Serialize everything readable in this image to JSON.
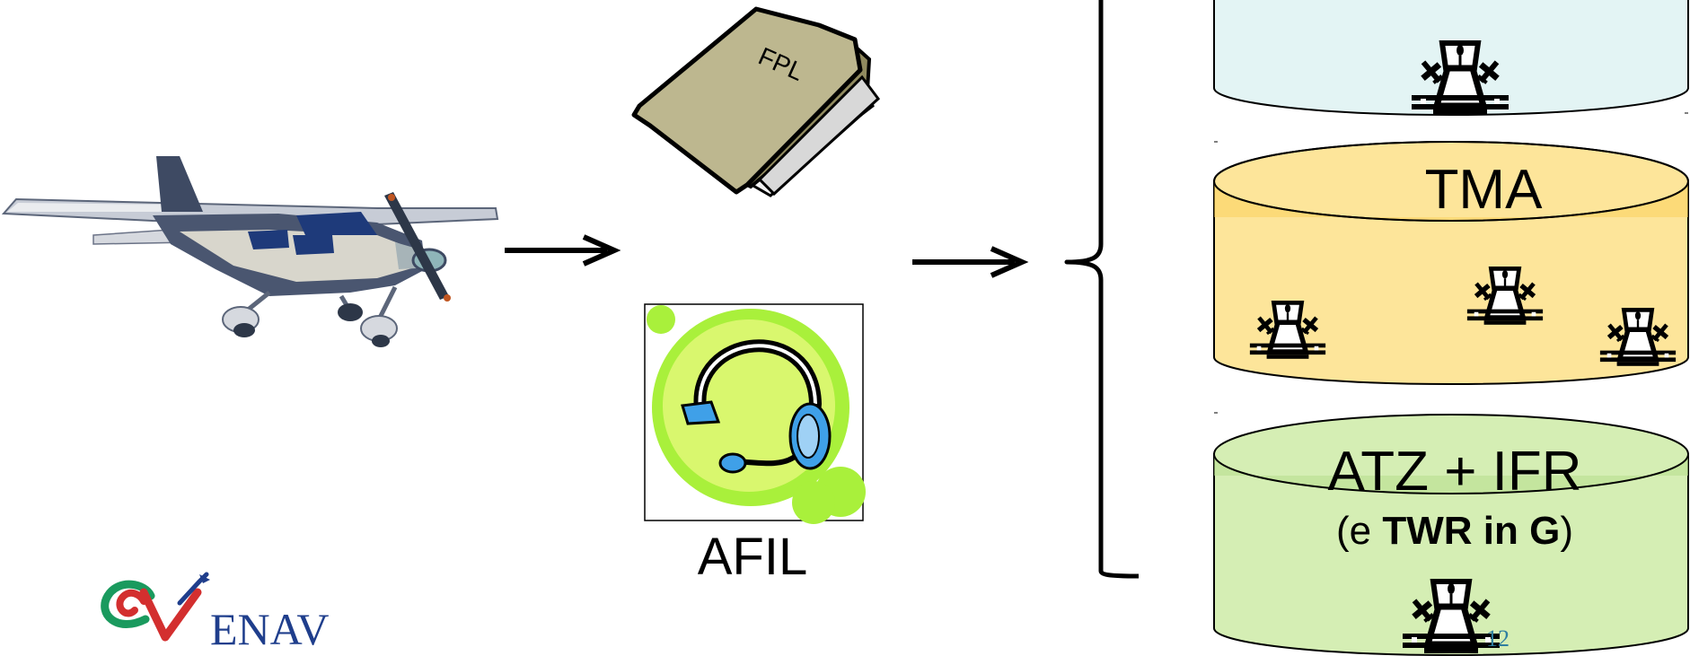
{
  "flow": {
    "fpl_label": "FPL",
    "afil_label": "AFIL"
  },
  "airspaces": {
    "tma_label": "TMA",
    "atz_label": "ATZ + IFR",
    "atz_sub_prefix": "(e ",
    "atz_sub_bold": "TWR in G",
    "atz_sub_suffix": ")"
  },
  "logo": {
    "word": "ENAV"
  },
  "slide": {
    "page_number": "12"
  },
  "colors": {
    "top_cylinder": "#e3f4f4",
    "tma_cylinder": "#fde59a",
    "tma_top": "#fccf55",
    "atz_cylinder": "#d5eeb4",
    "atz_top": "#b9e08f",
    "folder": "#bdb78f",
    "headset_bg": "#a9f03b",
    "enav_blue": "#1f3e8c",
    "enav_red": "#d32f2f",
    "enav_green": "#1a9a5e"
  },
  "icons": [
    "airplane-icon",
    "folder-icon",
    "headset-icon",
    "control-tower-icon",
    "arrow-icon",
    "brace-icon",
    "enav-logo"
  ]
}
